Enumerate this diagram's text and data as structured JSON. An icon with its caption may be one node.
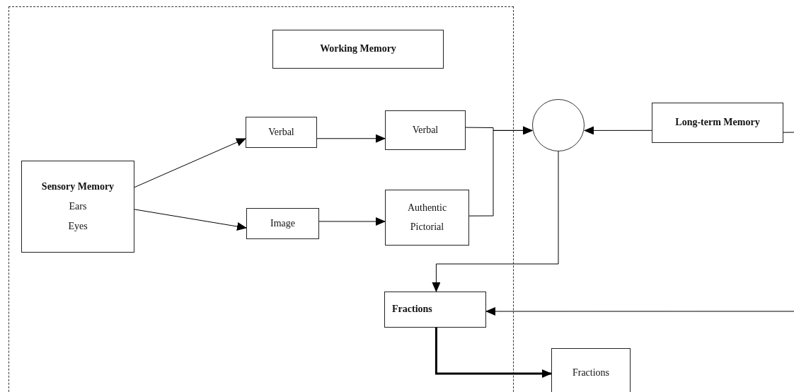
{
  "diagram": {
    "nodes": [
      {
        "text": [
          "Working Memory"
        ]
      },
      {
        "text": [
          "Sensory Memory",
          "Ears",
          "Eyes"
        ]
      },
      {
        "text": [
          "Verbal"
        ]
      },
      {
        "text": [
          "Image"
        ]
      },
      {
        "text": [
          "Verbal"
        ]
      },
      {
        "text": [
          "Authentic Pictorial"
        ]
      },
      {
        "text": [],
        "shape": "circle"
      },
      {
        "text": [
          "Long-term Memory"
        ]
      },
      {
        "text": [
          "Fractions"
        ]
      },
      {
        "text": [
          "Fractions"
        ]
      }
    ],
    "edges": [
      {
        "from": 1,
        "to": 2,
        "arrow": "to"
      },
      {
        "from": 1,
        "to": 3,
        "arrow": "to"
      },
      {
        "from": 2,
        "to": 4,
        "arrow": "to"
      },
      {
        "from": 3,
        "to": 5,
        "arrow": "to"
      },
      {
        "from": 4,
        "to": 6,
        "arrow": "to"
      },
      {
        "from": 5,
        "to": 6,
        "arrow": "to"
      },
      {
        "from": 7,
        "to": 6,
        "arrow": "to"
      },
      {
        "from": 6,
        "to": 8,
        "arrow": "to"
      },
      {
        "from": 7,
        "to": null,
        "arrow": "none"
      },
      {
        "from": null,
        "to": 8,
        "arrow": "to"
      },
      {
        "from": 8,
        "to": 9,
        "arrow": "to",
        "style": "thick"
      }
    ]
  }
}
